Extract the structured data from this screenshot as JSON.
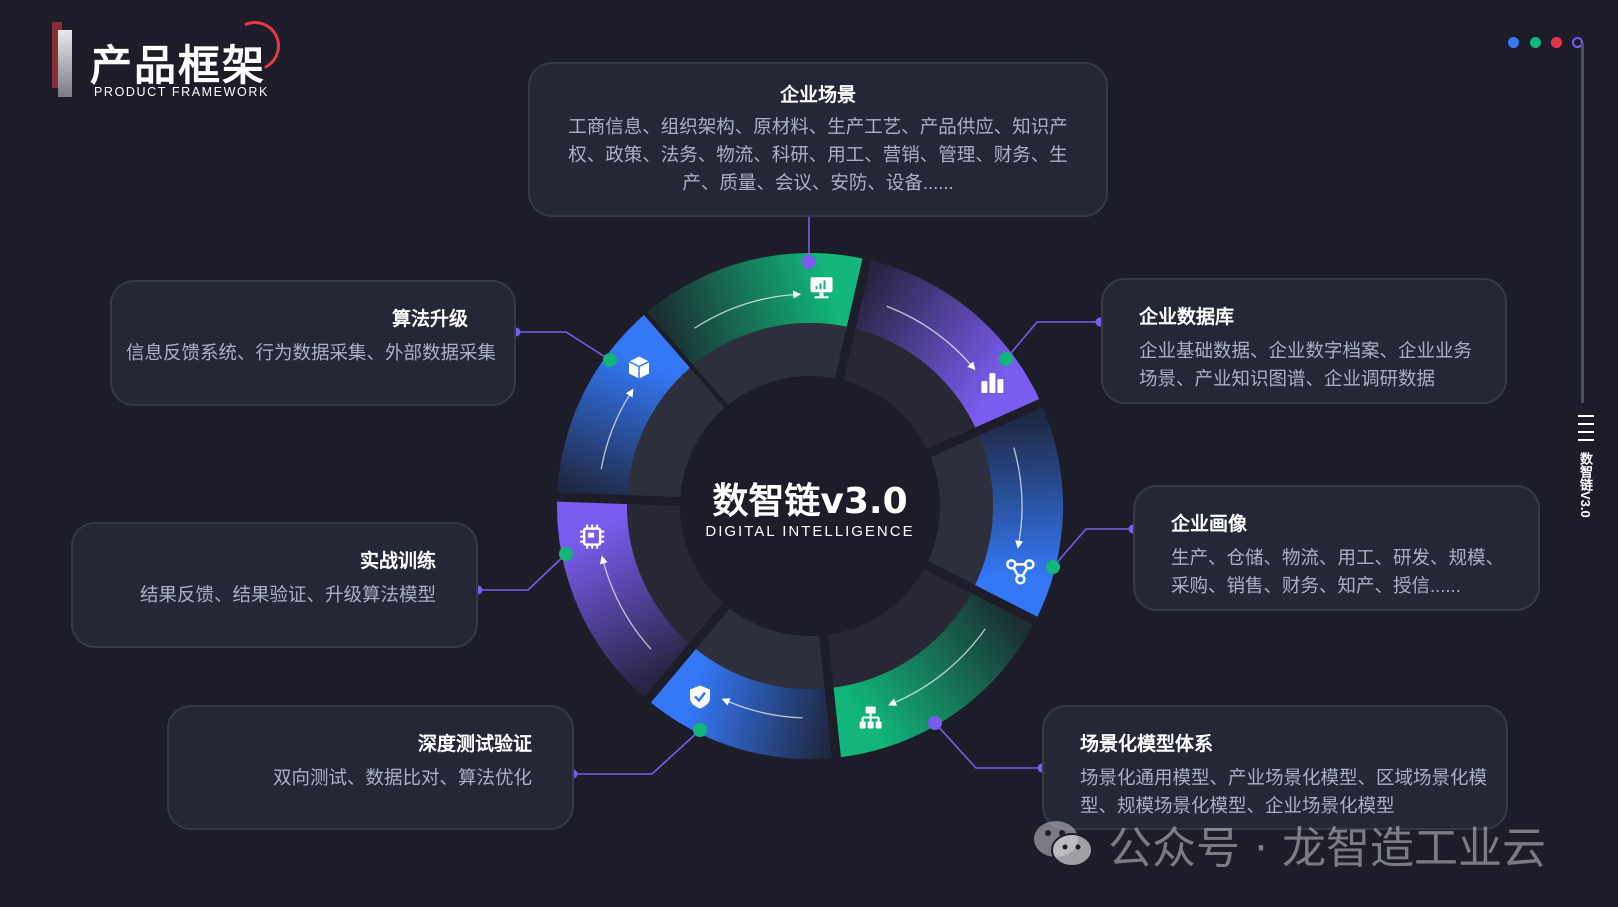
{
  "header": {
    "title": "产品框架",
    "subtitle": "PRODUCT FRAMEWORK"
  },
  "indicator_dots": [
    {
      "name": "blue",
      "color": "#3478f6"
    },
    {
      "name": "green",
      "color": "#12b57a"
    },
    {
      "name": "red",
      "color": "#e63946"
    },
    {
      "name": "purple",
      "color": "#7b5cf0"
    }
  ],
  "side_label": "数智链V3.0",
  "center": {
    "title": "数智链v3.0",
    "subtitle": "DIGITAL INTELLIGENCE"
  },
  "colors": {
    "green": "#12b57a",
    "purple": "#7b5cf0",
    "blue": "#3478f6",
    "connector": "#7b5cf0"
  },
  "segments": [
    {
      "icon": "monitor-chart-icon",
      "color": "green"
    },
    {
      "icon": "bar-chart-icon",
      "color": "purple"
    },
    {
      "icon": "network-icon",
      "color": "blue"
    },
    {
      "icon": "org-chart-icon",
      "color": "green"
    },
    {
      "icon": "shield-check-icon",
      "color": "blue"
    },
    {
      "icon": "chip-icon",
      "color": "purple"
    },
    {
      "icon": "cube-icon",
      "color": "blue"
    }
  ],
  "nodes": {
    "enterprise_scene": {
      "title": "企业场景",
      "desc": "工商信息、组织架构、原材料、生产工艺、产品供应、知识产权、政策、法务、物流、科研、用工、营销、管理、财务、生产、质量、会议、安防、设备......"
    },
    "enterprise_db": {
      "title": "企业数据库",
      "desc": "企业基础数据、企业数字档案、企业业务场景、产业知识图谱、企业调研数据"
    },
    "enterprise_profile": {
      "title": "企业画像",
      "desc": "生产、仓储、物流、用工、研发、规模、采购、销售、财务、知产、授信......"
    },
    "scene_model": {
      "title": "场景化模型体系",
      "desc": "场景化通用模型、产业场景化模型、区域场景化模型、规模场景化模型、企业场景化模型"
    },
    "deep_test": {
      "title": "深度测试验证",
      "desc": "双向测试、数据比对、算法优化"
    },
    "combat_training": {
      "title": "实战训练",
      "desc": "结果反馈、结果验证、升级算法模型"
    },
    "algorithm_upgrade": {
      "title": "算法升级",
      "desc": "信息反馈系统、行为数据采集、外部数据采集"
    }
  },
  "watermark": "公众号 · 龙智造工业云"
}
